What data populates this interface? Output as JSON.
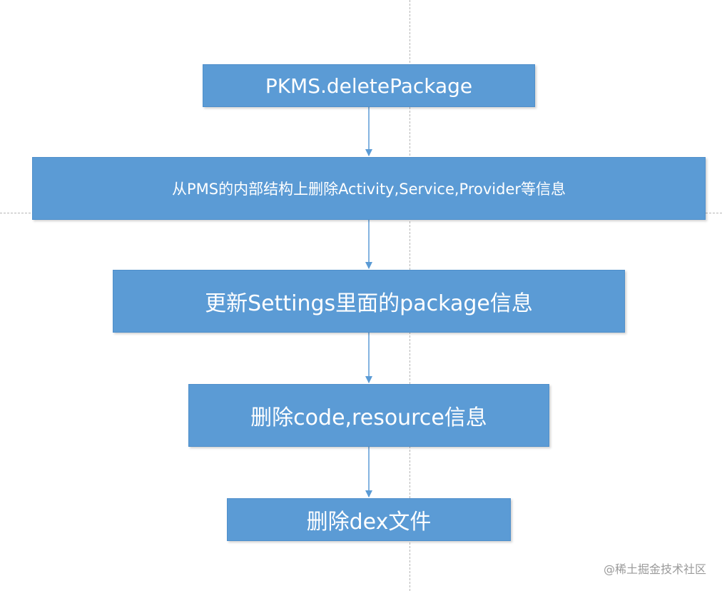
{
  "steps": [
    {
      "label": "PKMS.deletePackage"
    },
    {
      "label": "从PMS的内部结构上删除Activity,Service,Provider等信息"
    },
    {
      "label": "更新Settings里面的package信息"
    },
    {
      "label": "删除code,resource信息"
    },
    {
      "label": "删除dex文件"
    }
  ],
  "watermark": "@稀土掘金技术社区",
  "colors": {
    "box_fill": "#5b9bd5",
    "box_text": "#ffffff",
    "arrow": "#5b9bd5",
    "guide_line": "#b5b5b5"
  }
}
